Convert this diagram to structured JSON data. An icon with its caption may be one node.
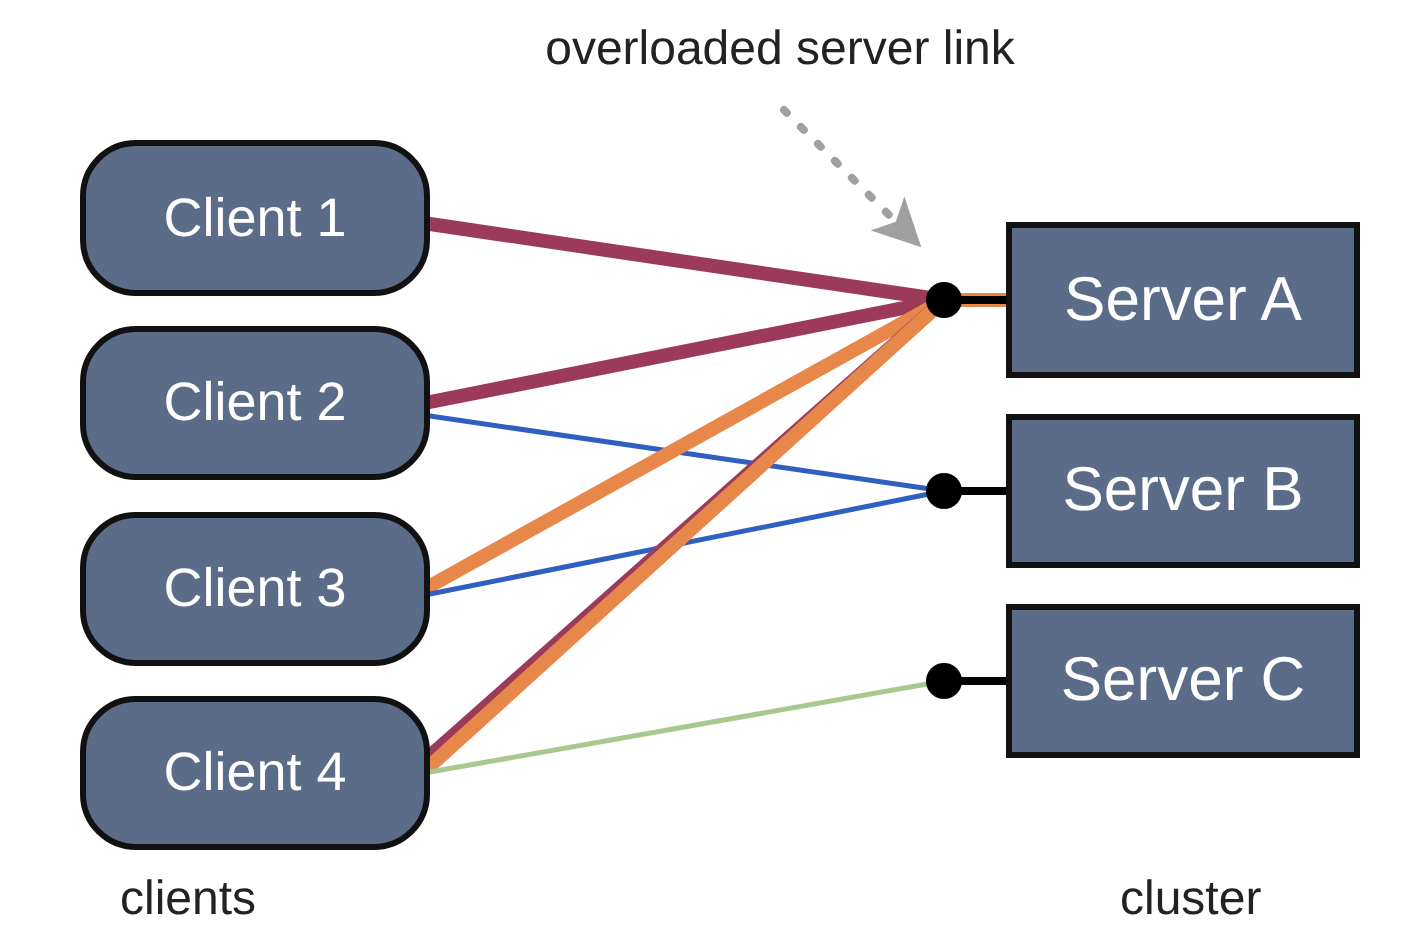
{
  "diagram": {
    "nodes": [
      {
        "text": [
          "overloaded server link"
        ]
      },
      {
        "text": [
          "Client 1"
        ]
      },
      {
        "text": [
          "Client 2"
        ]
      },
      {
        "text": [
          "Client 3"
        ]
      },
      {
        "text": [
          "Client 4"
        ]
      },
      {
        "text": [
          "Server A"
        ]
      },
      {
        "text": [
          "Server B"
        ]
      },
      {
        "text": [
          "Server C"
        ]
      }
    ],
    "edges": [
      {
        "from": 1,
        "to": 5,
        "arrow": "none",
        "color": "#9c3a5a"
      },
      {
        "from": 2,
        "to": 5,
        "arrow": "none",
        "color": "#9c3a5a"
      },
      {
        "from": 2,
        "to": 6,
        "arrow": "none",
        "color": "#2f5fc0"
      },
      {
        "from": 3,
        "to": 5,
        "arrow": "none",
        "color": "#e8874a"
      },
      {
        "from": 3,
        "to": 6,
        "arrow": "none",
        "color": "#2f5fc0"
      },
      {
        "from": 4,
        "to": 5,
        "arrow": "none",
        "color": "#9c3a5a"
      },
      {
        "from": 4,
        "to": 5,
        "arrow": "none",
        "color": "#e8874a"
      },
      {
        "from": 4,
        "to": 7,
        "arrow": "none",
        "color": "#a8c890"
      },
      {
        "from": 0,
        "to": null,
        "arrow": "to",
        "style": "dashed",
        "color": "#a0a0a0"
      }
    ],
    "labels": [
      "clients",
      "cluster"
    ]
  }
}
